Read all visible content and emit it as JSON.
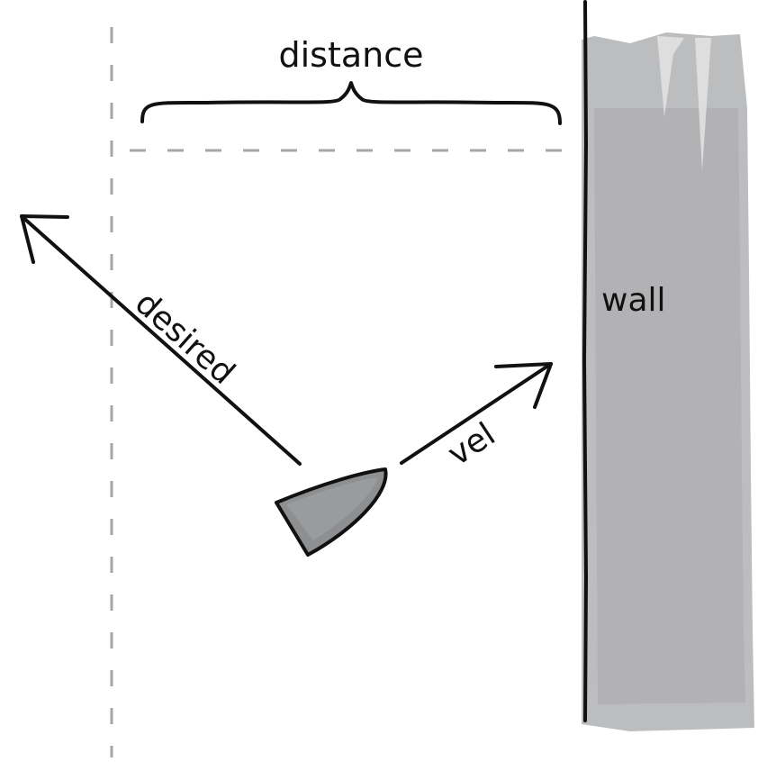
{
  "diagram": {
    "labels": {
      "distance": "distance",
      "wall": "wall",
      "desired": "desired",
      "vel": "vel"
    },
    "colors": {
      "ink": "#111111",
      "wall_fill": "#bcbdbf",
      "wall_shade": "#a9aaad",
      "guide": "#a6a6a6",
      "vehicle_fill": "#8e8f91"
    }
  }
}
